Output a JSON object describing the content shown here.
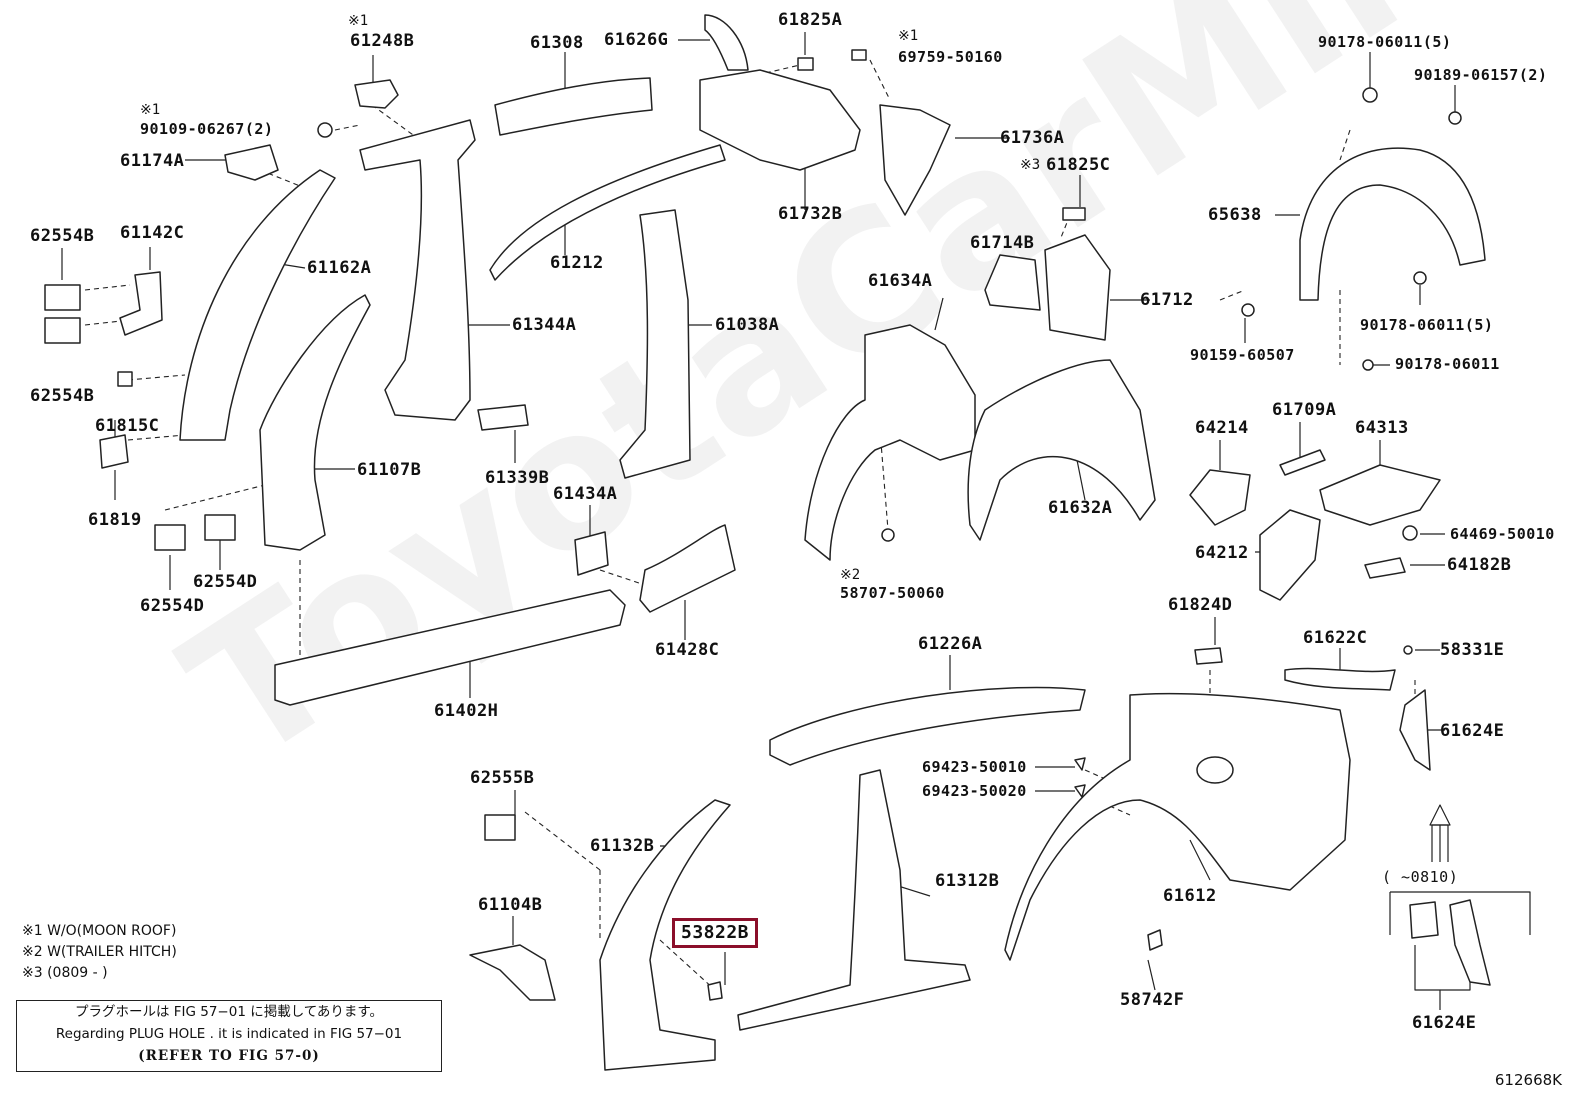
{
  "diagram": {
    "watermark": "ToyotaCarMine.ru",
    "figure_code": "612668K",
    "highlighted_part": "53822B",
    "parts": {
      "p61248B": "61248B",
      "p61308": "61308",
      "p61626G": "61626G",
      "p61825A": "61825A",
      "p69759": "69759-50160",
      "p90109": "90109-06267(2)",
      "p61174A": "61174A",
      "p62554B_top": "62554B",
      "p61142C": "61142C",
      "p61162A": "61162A",
      "p61212": "61212",
      "p61344A": "61344A",
      "p61038A": "61038A",
      "p61736A": "61736A",
      "p61732B": "61732B",
      "p61825C": "61825C",
      "p61714B": "61714B",
      "p61712": "61712",
      "p61634A": "61634A",
      "p62554B_bot": "62554B",
      "p61815C": "61815C",
      "p61819": "61819",
      "p61107B": "61107B",
      "p61339B": "61339B",
      "p61434A": "61434A",
      "p62554D_a": "62554D",
      "p62554D_b": "62554D",
      "p61428C": "61428C",
      "p61402H": "61402H",
      "p61632A": "61632A",
      "p58707": "58707-50060",
      "p90178_a": "90178-06011(5)",
      "p90189": "90189-06157(2)",
      "p65638": "65638",
      "p90178_b": "90178-06011(5)",
      "p90159": "90159-60507",
      "p90178_c": "90178-06011",
      "p64214": "64214",
      "p61709A": "61709A",
      "p64313": "64313",
      "p64469": "64469-50010",
      "p64212": "64212",
      "p64182B": "64182B",
      "p61824D": "61824D",
      "p61622C": "61622C",
      "p58331E": "58331E",
      "p61226A": "61226A",
      "p61624E_a": "61624E",
      "p69423_a": "69423-50010",
      "p69423_b": "69423-50020",
      "p62555B": "62555B",
      "p61132B": "61132B",
      "p61312B": "61312B",
      "p61612": "61612",
      "p61104B": "61104B",
      "p53822B": "53822B",
      "p58742F": "58742F",
      "p61624E_b": "61624E",
      "range_0810": "(      ~0810)"
    },
    "marks": {
      "m1_a": "※1",
      "m1_b": "※1",
      "m1_c": "※1",
      "m2": "※2",
      "m3": "※3"
    },
    "legend": {
      "l1": "※1 W/O(MOON ROOF)",
      "l2": "※2 W(TRAILER HITCH)",
      "l3": "※3 (0809 -          )"
    },
    "note": {
      "jp": "プラグホールは FIG 57−01 に掲載してあります。",
      "en": "Regarding  PLUG  HOLE . it is indicated in  FIG  57−01",
      "ref": "(REFER TO FIG 57-0)"
    }
  }
}
